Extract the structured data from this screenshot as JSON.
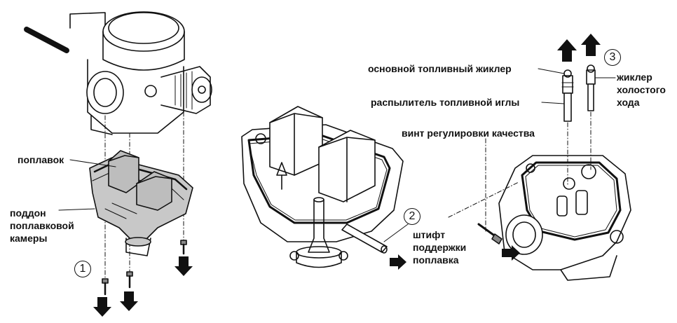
{
  "labels": {
    "float": "поплавок",
    "float_chamber_tray": [
      "поддон",
      "поплавковой",
      "камеры"
    ],
    "main_jet": "основной топливный  жиклер",
    "needle_jet": "распылитель топливной иглы",
    "quality_screw": "винт регулировки качества",
    "idle_jet": [
      "жиклер",
      "холостого",
      "хода"
    ],
    "float_pin": [
      "штифт",
      "поддержки",
      "поплавка"
    ]
  },
  "steps": [
    "1",
    "2",
    "3"
  ],
  "colors": {
    "ink": "#111111",
    "fill_gray": "#c8c8c8",
    "bg": "#ffffff"
  }
}
